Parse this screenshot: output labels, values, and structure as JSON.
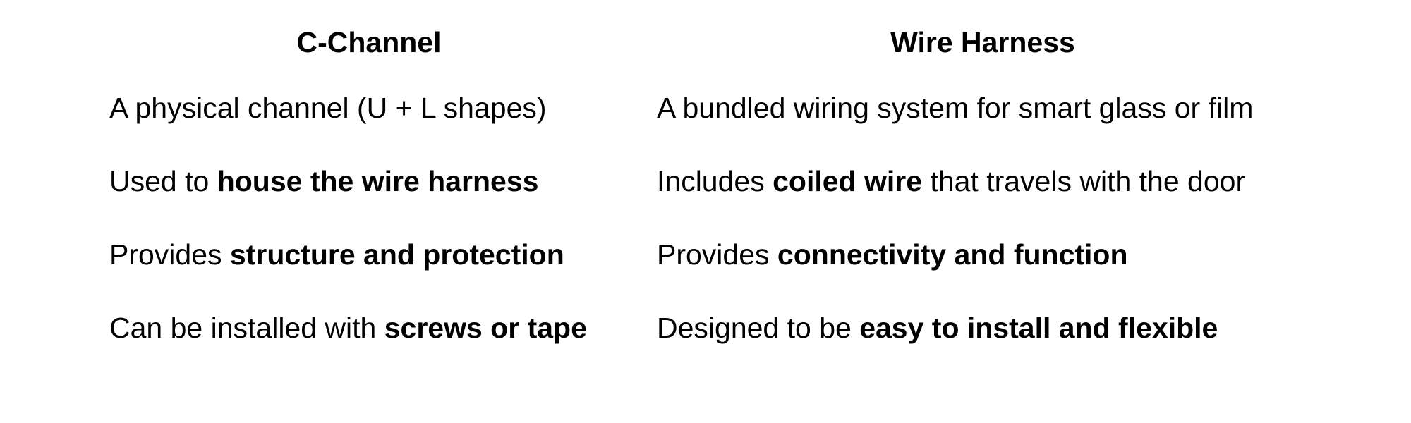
{
  "table": {
    "headers": [
      "C-Channel",
      "Wire Harness"
    ],
    "rows": [
      {
        "c_channel": {
          "plain": "A physical channel (U + L shapes)",
          "prefix": "",
          "bold": "",
          "suffix": ""
        },
        "wire_harness": {
          "plain": "A bundled wiring system for smart glass or film",
          "prefix": "",
          "bold": "",
          "suffix": ""
        }
      },
      {
        "c_channel": {
          "plain": "",
          "prefix": "Used to ",
          "bold": "house the wire harness",
          "suffix": ""
        },
        "wire_harness": {
          "plain": "",
          "prefix": "Includes ",
          "bold": "coiled wire",
          "suffix": " that travels with the door"
        }
      },
      {
        "c_channel": {
          "plain": "",
          "prefix": "Provides ",
          "bold": "structure and protection",
          "suffix": ""
        },
        "wire_harness": {
          "plain": "",
          "prefix": "Provides ",
          "bold": "connectivity and function",
          "suffix": ""
        }
      },
      {
        "c_channel": {
          "plain": "",
          "prefix": "Can be installed with ",
          "bold": "screws or tape",
          "suffix": ""
        },
        "wire_harness": {
          "plain": "",
          "prefix": "Designed to be ",
          "bold": "easy to install and flexible",
          "suffix": ""
        }
      }
    ]
  }
}
